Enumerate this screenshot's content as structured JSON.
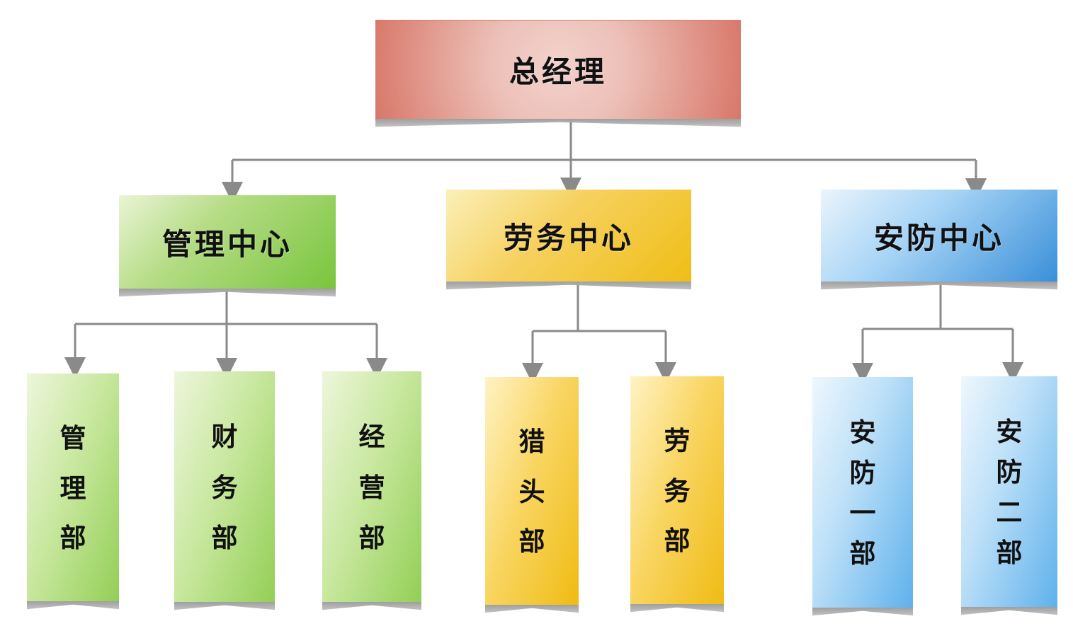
{
  "org_chart": {
    "top": {
      "label": "总经理"
    },
    "centers": [
      {
        "label": "管理中心",
        "departments": [
          {
            "chars": [
              "管",
              "理",
              "部"
            ]
          },
          {
            "chars": [
              "财",
              "务",
              "部"
            ]
          },
          {
            "chars": [
              "经",
              "营",
              "部"
            ]
          }
        ]
      },
      {
        "label": "劳务中心",
        "departments": [
          {
            "chars": [
              "猎",
              "头",
              "部"
            ]
          },
          {
            "chars": [
              "劳",
              "务",
              "部"
            ]
          }
        ]
      },
      {
        "label": "安防中心",
        "departments": [
          {
            "chars": [
              "安",
              "防",
              "一",
              "部"
            ]
          },
          {
            "chars": [
              "安",
              "防",
              "二",
              "部"
            ]
          }
        ]
      }
    ]
  },
  "colors": {
    "top": "#e6a69c",
    "management_center": "#8fcc4d",
    "labor_center": "#f3c932",
    "security_center": "#6ab7ef",
    "connector": "#8a8a8a"
  }
}
